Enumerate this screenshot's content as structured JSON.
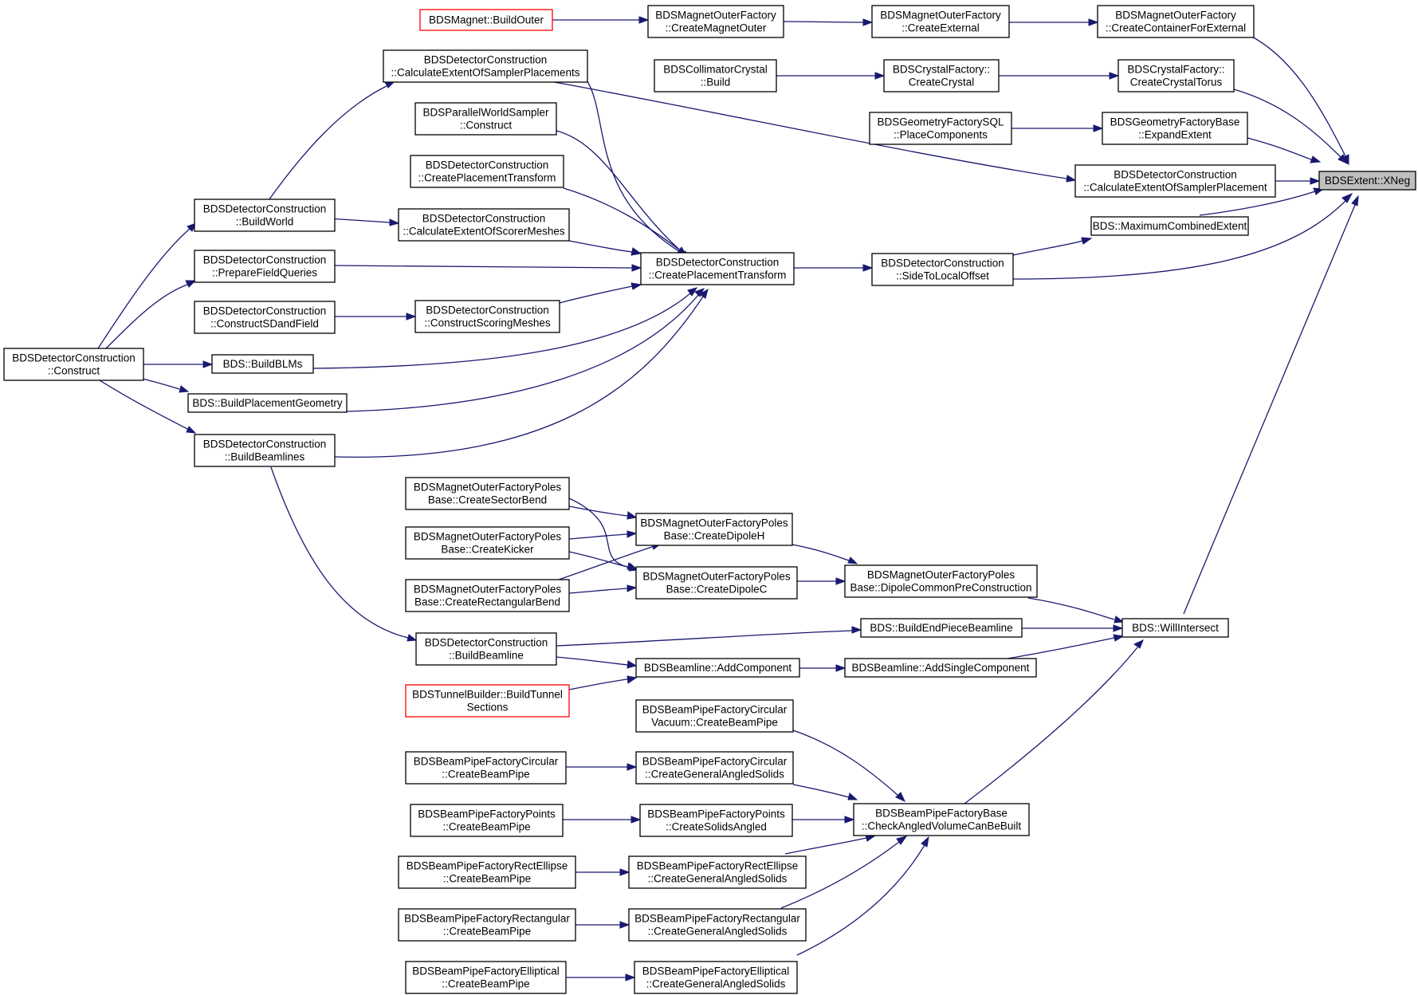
{
  "graph": {
    "root": "xneg",
    "colors": {
      "edge": "#191970",
      "node_border": "#000000",
      "undocumented_border": "#ff0000",
      "root_fill": "#bfbfbf"
    },
    "nodes": [
      {
        "id": "buildouter",
        "lines": [
          "BDSMagnet::BuildOuter"
        ],
        "style": "undocumented"
      },
      {
        "id": "createmagnetouter",
        "lines": [
          "BDSMagnetOuterFactory",
          "::CreateMagnetOuter"
        ]
      },
      {
        "id": "createexternal",
        "lines": [
          "BDSMagnetOuterFactory",
          "::CreateExternal"
        ]
      },
      {
        "id": "createcontainerext",
        "lines": [
          "BDSMagnetOuterFactory",
          "::CreateContainerForExternal"
        ]
      },
      {
        "id": "calcsamplerplacements",
        "lines": [
          "BDSDetectorConstruction",
          "::CalculateExtentOfSamplerPlacements"
        ]
      },
      {
        "id": "collimatorcrystal",
        "lines": [
          "BDSCollimatorCrystal",
          "::Build"
        ]
      },
      {
        "id": "createcrystal",
        "lines": [
          "BDSCrystalFactory::",
          "CreateCrystal"
        ]
      },
      {
        "id": "createcrystaltorus",
        "lines": [
          "BDSCrystalFactory::",
          "CreateCrystalTorus"
        ]
      },
      {
        "id": "pwsamplerconstruct",
        "lines": [
          "BDSParallelWorldSampler",
          "::Construct"
        ]
      },
      {
        "id": "placecomponents",
        "lines": [
          "BDSGeometryFactorySQL",
          "::PlaceComponents"
        ]
      },
      {
        "id": "expandextent",
        "lines": [
          "BDSGeometryFactoryBase",
          "::ExpandExtent"
        ]
      },
      {
        "id": "createplacementtransform_a",
        "lines": [
          "BDSDetectorConstruction",
          "::CreatePlacementTransform"
        ]
      },
      {
        "id": "calcsamplerplacement",
        "lines": [
          "BDSDetectorConstruction",
          "::CalculateExtentOfSamplerPlacement"
        ]
      },
      {
        "id": "xneg",
        "lines": [
          "BDSExtent::XNeg"
        ],
        "style": "root"
      },
      {
        "id": "buildworld",
        "lines": [
          "BDSDetectorConstruction",
          "::BuildWorld"
        ]
      },
      {
        "id": "calcscorermeshes",
        "lines": [
          "BDSDetectorConstruction",
          "::CalculateExtentOfScorerMeshes"
        ]
      },
      {
        "id": "maxcombinedextent",
        "lines": [
          "BDS::MaximumCombinedExtent"
        ]
      },
      {
        "id": "preparefieldqueries",
        "lines": [
          "BDSDetectorConstruction",
          "::PrepareFieldQueries"
        ]
      },
      {
        "id": "createplacementtransform",
        "lines": [
          "BDSDetectorConstruction",
          "::CreatePlacementTransform"
        ]
      },
      {
        "id": "sidetolocaloffset",
        "lines": [
          "BDSDetectorConstruction",
          "::SideToLocalOffset"
        ]
      },
      {
        "id": "constructsdandfield",
        "lines": [
          "BDSDetectorConstruction",
          "::ConstructSDandField"
        ]
      },
      {
        "id": "constructscoringmeshes",
        "lines": [
          "BDSDetectorConstruction",
          "::ConstructScoringMeshes"
        ]
      },
      {
        "id": "construct",
        "lines": [
          "BDSDetectorConstruction",
          "::Construct"
        ]
      },
      {
        "id": "buildblms",
        "lines": [
          "BDS::BuildBLMs"
        ]
      },
      {
        "id": "buildplacementgeometry",
        "lines": [
          "BDS::BuildPlacementGeometry"
        ]
      },
      {
        "id": "buildbeamlines",
        "lines": [
          "BDSDetectorConstruction",
          "::BuildBeamlines"
        ]
      },
      {
        "id": "createsectorbend",
        "lines": [
          "BDSMagnetOuterFactoryPoles",
          "Base::CreateSectorBend"
        ]
      },
      {
        "id": "createdipoleh",
        "lines": [
          "BDSMagnetOuterFactoryPoles",
          "Base::CreateDipoleH"
        ]
      },
      {
        "id": "createkicker",
        "lines": [
          "BDSMagnetOuterFactoryPoles",
          "Base::CreateKicker"
        ]
      },
      {
        "id": "createdipolec",
        "lines": [
          "BDSMagnetOuterFactoryPoles",
          "Base::CreateDipoleC"
        ]
      },
      {
        "id": "dipolecommon",
        "lines": [
          "BDSMagnetOuterFactoryPoles",
          "Base::DipoleCommonPreConstruction"
        ]
      },
      {
        "id": "createrectbend",
        "lines": [
          "BDSMagnetOuterFactoryPoles",
          "Base::CreateRectangularBend"
        ]
      },
      {
        "id": "buildbeamline",
        "lines": [
          "BDSDetectorConstruction",
          "::BuildBeamline"
        ]
      },
      {
        "id": "buildendpiece",
        "lines": [
          "BDS::BuildEndPieceBeamline"
        ]
      },
      {
        "id": "willintersect",
        "lines": [
          "BDS::WillIntersect"
        ]
      },
      {
        "id": "addcomponent",
        "lines": [
          "BDSBeamline::AddComponent"
        ]
      },
      {
        "id": "addsinglecomponent",
        "lines": [
          "BDSBeamline::AddSingleComponent"
        ]
      },
      {
        "id": "buildtunnelsections",
        "lines": [
          "BDSTunnelBuilder::BuildTunnel",
          "Sections"
        ],
        "style": "undocumented"
      },
      {
        "id": "circvacuum",
        "lines": [
          "BDSBeamPipeFactoryCircular",
          "Vacuum::CreateBeamPipe"
        ]
      },
      {
        "id": "circcreate",
        "lines": [
          "BDSBeamPipeFactoryCircular",
          "::CreateBeamPipe"
        ]
      },
      {
        "id": "circangled",
        "lines": [
          "BDSBeamPipeFactoryCircular",
          "::CreateGeneralAngledSolids"
        ]
      },
      {
        "id": "pointscreate",
        "lines": [
          "BDSBeamPipeFactoryPoints",
          "::CreateBeamPipe"
        ]
      },
      {
        "id": "pointsangled",
        "lines": [
          "BDSBeamPipeFactoryPoints",
          "::CreateSolidsAngled"
        ]
      },
      {
        "id": "checkangled",
        "lines": [
          "BDSBeamPipeFactoryBase",
          "::CheckAngledVolumeCanBeBuilt"
        ]
      },
      {
        "id": "rectellcreate",
        "lines": [
          "BDSBeamPipeFactoryRectEllipse",
          "::CreateBeamPipe"
        ]
      },
      {
        "id": "rectellangled",
        "lines": [
          "BDSBeamPipeFactoryRectEllipse",
          "::CreateGeneralAngledSolids"
        ]
      },
      {
        "id": "rectcreate",
        "lines": [
          "BDSBeamPipeFactoryRectangular",
          "::CreateBeamPipe"
        ]
      },
      {
        "id": "rectangled",
        "lines": [
          "BDSBeamPipeFactoryRectangular",
          "::CreateGeneralAngledSolids"
        ]
      },
      {
        "id": "ellcreate",
        "lines": [
          "BDSBeamPipeFactoryElliptical",
          "::CreateBeamPipe"
        ]
      },
      {
        "id": "ellangled",
        "lines": [
          "BDSBeamPipeFactoryElliptical",
          "::CreateGeneralAngledSolids"
        ]
      }
    ]
  }
}
